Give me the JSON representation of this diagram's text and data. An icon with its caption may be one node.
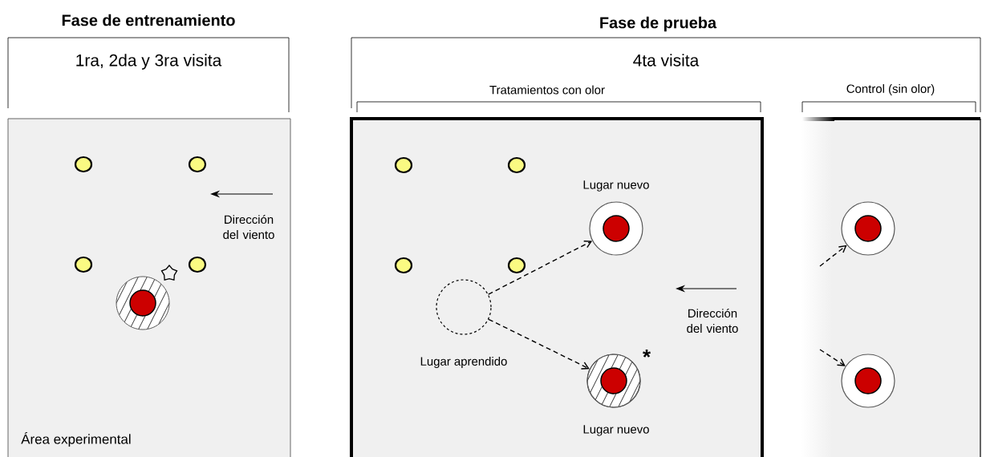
{
  "diagram": {
    "nodes": [
      {
        "text": [],
        "shape": "circle",
        "beside": [
          "Lugar aprendido"
        ]
      },
      {
        "text": [],
        "shape": "circle",
        "beside": [
          "Lugar nuevo"
        ]
      },
      {
        "text": [],
        "shape": "circle",
        "beside": [
          "Lugar nuevo"
        ]
      },
      {
        "text": [],
        "shape": "circle"
      },
      {
        "text": [],
        "shape": "circle"
      }
    ],
    "edges": [
      {
        "from": 0,
        "to": 1,
        "arrow": "to",
        "style": "dashed"
      },
      {
        "from": 0,
        "to": 2,
        "arrow": "to",
        "style": "dashed"
      },
      {
        "from": null,
        "to": 3,
        "arrow": "to",
        "style": "dashed"
      },
      {
        "from": null,
        "to": 4,
        "arrow": "to",
        "style": "dashed"
      }
    ],
    "labels": [
      "Fase de entrenamiento",
      "1ra, 2da y 3ra visita",
      "Dirección del viento",
      "Área experimental",
      "Fase de prueba",
      "4ta visita",
      "Tratamientos con olor",
      "Control (sin olor)",
      "Dirección del viento",
      "*"
    ]
  }
}
